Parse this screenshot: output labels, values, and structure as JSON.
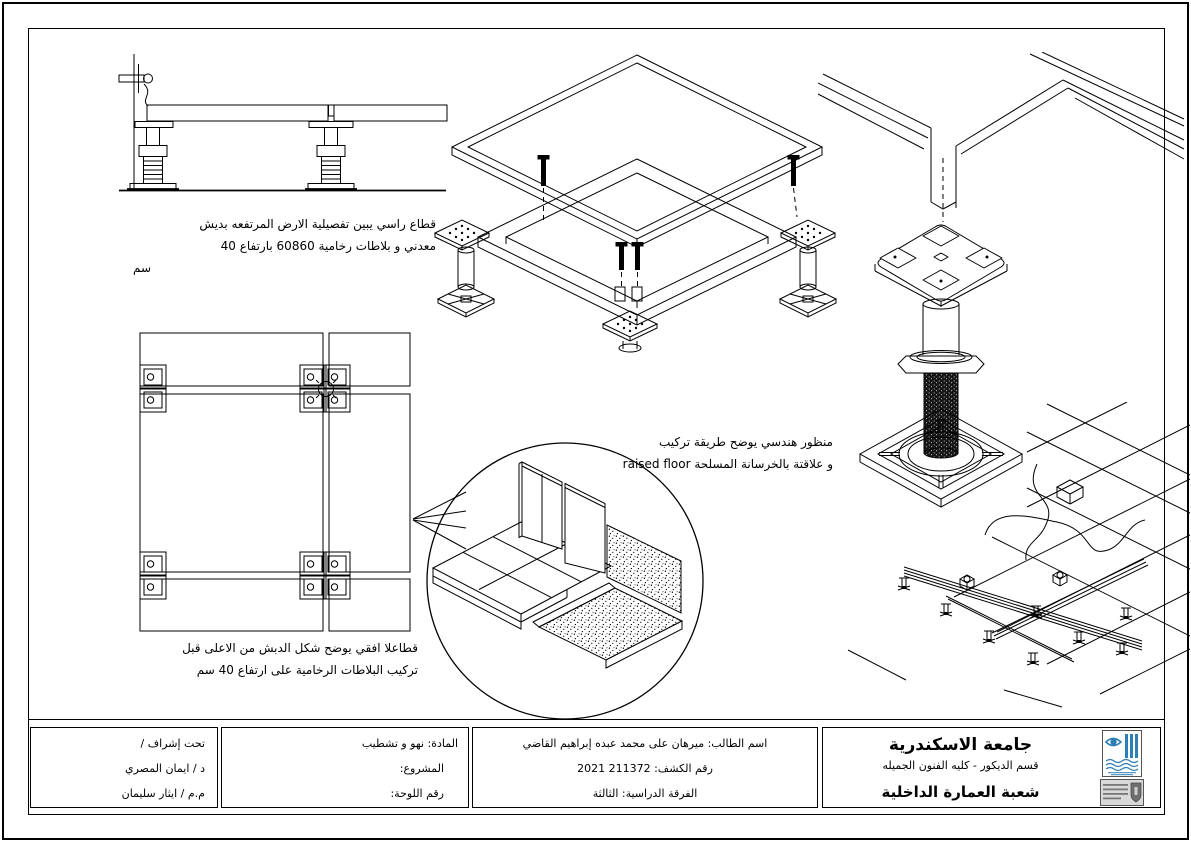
{
  "drawing_labels": {
    "vertical_section": {
      "l1": "قطاع راسي يبين  تفصيلية الارض المرتفعه بديش",
      "l2": "معدني و بلاطات رخامية 60860 بارتفاع 40",
      "l3": "سم"
    },
    "perspective": {
      "l1": "منظور  هندسي يوضح طريقة تركيب",
      "l2": "و علاقتة بالخرسانة المسلحة raised floor"
    },
    "horizontal_section": {
      "l1": "قطاعلا افقي يوضح شكل الدبش من الاعلى قبل",
      "l2": "تركيب البلاطات الرخامية على ارتفاع 40 سم"
    }
  },
  "title_block": {
    "supervision": {
      "title": "تحت إشراف /",
      "supervisor1": "د / ايمان  المصري",
      "supervisor2": "م.م / ايثار  سليمان"
    },
    "course": {
      "material": "المادة: نهو و تشطيب",
      "project": "المشروع:",
      "sheet_number": "رقم اللوحة:"
    },
    "student": {
      "name": "اسم الطالب:  ميرهان  على  محمد  عبده  إبراهيم  القاضي",
      "list_number": "رقم الكشف: 211372 2021",
      "year": "الفرقة  الدراسية: الثالثة"
    },
    "university": {
      "name": "جامعة الاسكندرية",
      "department": "قسم الديكور - كليه الفنون الجميله",
      "division": "شعبة  العمارة  الداخلية"
    }
  },
  "logos": {
    "fine_arts": "faculty-of-fine-arts-logo",
    "alexandria_university": "alexandria-university-logo",
    "fine_arts_color": "#2e7fb5",
    "university_color": "#8a8a8a"
  },
  "drawings": {
    "d1": "vertical-section-detail",
    "d2": "exploded-isometric-floor-panel",
    "d3": "pedestal-isometric-detail",
    "d4": "floor-tiles-plan",
    "d5": "installation-detail-circle",
    "d6": "raised-floor-grid-isometric"
  }
}
